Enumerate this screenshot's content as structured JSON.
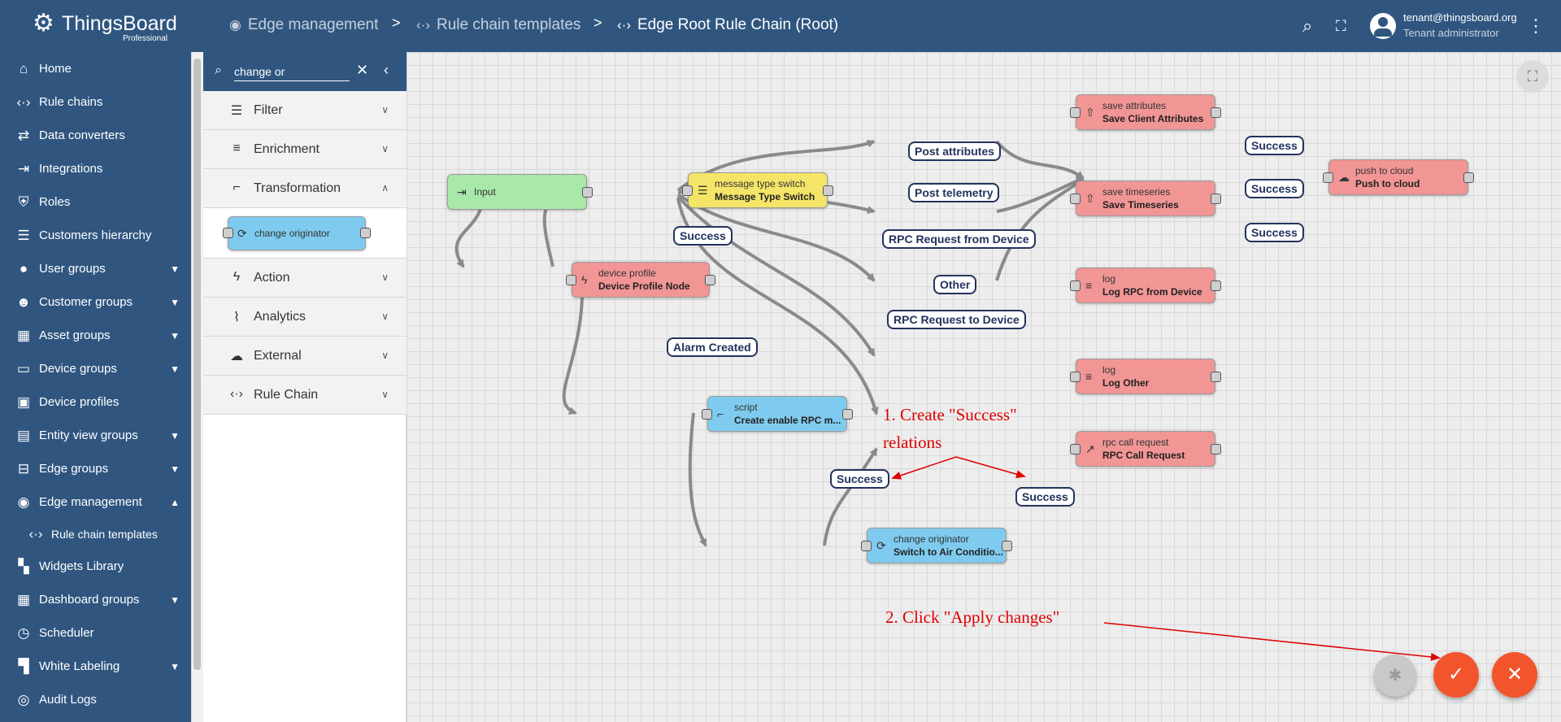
{
  "app": {
    "name": "ThingsBoard",
    "edition": "Professional"
  },
  "breadcrumbs": [
    {
      "label": "Edge management",
      "icon": "edge-icon"
    },
    {
      "label": "Rule chain templates",
      "icon": "rule-chain-icon"
    },
    {
      "label": "Edge Root Rule Chain (Root)",
      "icon": "rule-chain-icon"
    }
  ],
  "breadcrumb_separator": ">",
  "user": {
    "email": "tenant@thingsboard.org",
    "role": "Tenant administrator"
  },
  "sidebar": {
    "items": [
      {
        "label": "Home",
        "icon": "home-icon"
      },
      {
        "label": "Rule chains",
        "icon": "rule-chain-icon"
      },
      {
        "label": "Data converters",
        "icon": "converter-icon"
      },
      {
        "label": "Integrations",
        "icon": "integration-icon"
      },
      {
        "label": "Roles",
        "icon": "shield-icon"
      },
      {
        "label": "Customers hierarchy",
        "icon": "hierarchy-icon"
      },
      {
        "label": "User groups",
        "icon": "account-icon",
        "expandable": true
      },
      {
        "label": "Customer groups",
        "icon": "customer-group-icon",
        "expandable": true
      },
      {
        "label": "Asset groups",
        "icon": "domain-icon",
        "expandable": true
      },
      {
        "label": "Device groups",
        "icon": "devices-icon",
        "expandable": true
      },
      {
        "label": "Device profiles",
        "icon": "device-profile-icon"
      },
      {
        "label": "Entity view groups",
        "icon": "view-quilt-icon",
        "expandable": true
      },
      {
        "label": "Edge groups",
        "icon": "router-icon",
        "expandable": true
      },
      {
        "label": "Edge management",
        "icon": "edge-icon",
        "expanded": true
      },
      {
        "label": "Rule chain templates",
        "icon": "rule-chain-icon",
        "sub": true
      },
      {
        "label": "Widgets Library",
        "icon": "widgets-icon"
      },
      {
        "label": "Dashboard groups",
        "icon": "dashboard-icon",
        "expandable": true
      },
      {
        "label": "Scheduler",
        "icon": "schedule-icon"
      },
      {
        "label": "White Labeling",
        "icon": "format-paint-icon",
        "expandable": true
      },
      {
        "label": "Audit Logs",
        "icon": "track-changes-icon"
      }
    ]
  },
  "palette": {
    "search_value": "change or",
    "categories": [
      {
        "label": "Filter",
        "icon": "filter-icon",
        "state": "collapsed"
      },
      {
        "label": "Enrichment",
        "icon": "playlist-add-icon",
        "state": "collapsed"
      },
      {
        "label": "Transformation",
        "icon": "transform-icon",
        "state": "expanded"
      },
      {
        "label": "Action",
        "icon": "flash-icon",
        "state": "collapsed"
      },
      {
        "label": "Analytics",
        "icon": "timeline-icon",
        "state": "collapsed"
      },
      {
        "label": "External",
        "icon": "cloud-upload-icon",
        "state": "collapsed"
      },
      {
        "label": "Rule Chain",
        "icon": "rule-chain-icon",
        "state": "collapsed"
      }
    ],
    "transformation_nodes": [
      {
        "label": "change originator",
        "icon": "find-replace-icon"
      }
    ]
  },
  "nodes": {
    "input": {
      "label": "Input"
    },
    "device_profile": {
      "type": "device profile",
      "name": "Device Profile Node"
    },
    "msg_switch": {
      "type": "message type switch",
      "name": "Message Type Switch"
    },
    "save_attr": {
      "type": "save attributes",
      "name": "Save Client Attributes"
    },
    "save_ts": {
      "type": "save timeseries",
      "name": "Save Timeseries"
    },
    "push_cloud": {
      "type": "push to cloud",
      "name": "Push to cloud"
    },
    "log_rpc": {
      "type": "log",
      "name": "Log RPC from Device"
    },
    "log_other": {
      "type": "log",
      "name": "Log Other"
    },
    "rpc_call": {
      "type": "rpc call request",
      "name": "RPC Call Request"
    },
    "script": {
      "type": "script",
      "name": "Create enable RPC m..."
    },
    "change_orig": {
      "type": "change originator",
      "name": "Switch to Air Conditio..."
    }
  },
  "edge_labels": {
    "success1": "Success",
    "success2": "Success",
    "success3": "Success",
    "success_dp": "Success",
    "alarm_created": "Alarm Created",
    "post_attributes": "Post attributes",
    "post_telemetry": "Post telemetry",
    "rpc_from_device": "RPC Request from Device",
    "other": "Other",
    "rpc_to_device": "RPC Request to Device",
    "success_script": "Success",
    "success_change": "Success"
  },
  "annotations": {
    "step1_line1": "1. Create \"Success\"",
    "step1_line2": "relations",
    "step2": "2. Click \"Apply changes\""
  },
  "colors": {
    "primary": "#305680",
    "action_node": "#f19595",
    "transform_node": "#7fcbef",
    "filter_node": "#f4e568",
    "input_node": "#a8e8a8",
    "fab": "#f2552c",
    "annotation": "#e00000"
  }
}
